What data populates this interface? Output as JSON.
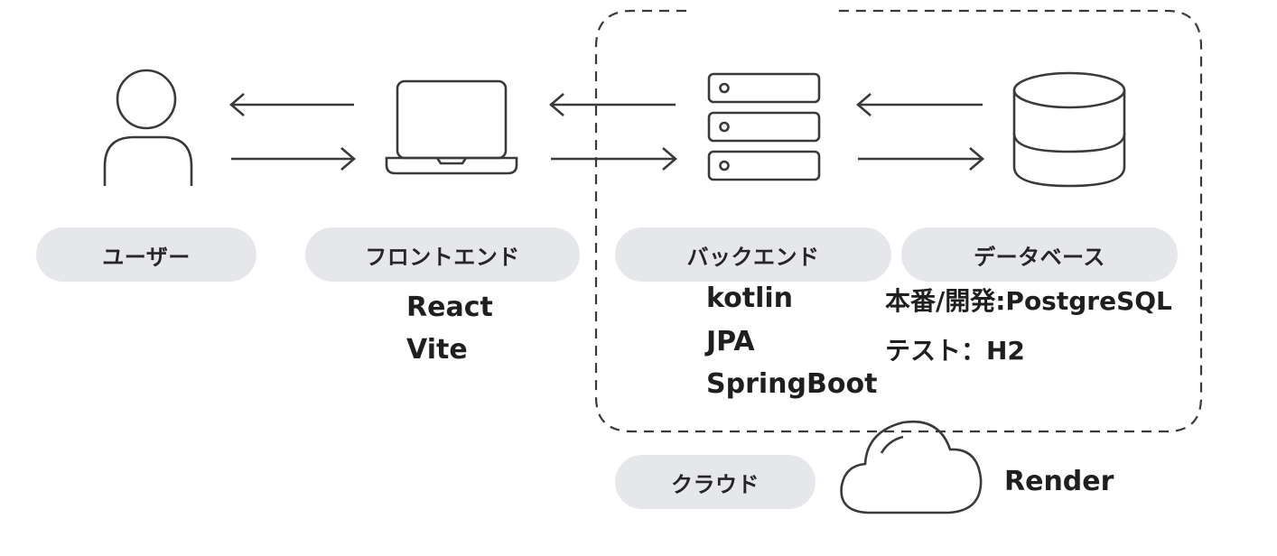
{
  "nodes": {
    "user": {
      "icon": "person-icon",
      "label": "ユーザー"
    },
    "frontend": {
      "icon": "laptop-icon",
      "label": "フロントエンド",
      "tech": [
        "React",
        "Vite"
      ]
    },
    "backend": {
      "icon": "server-icon",
      "label": "バックエンド",
      "tech": [
        "kotlin",
        "JPA",
        "SpringBoot"
      ]
    },
    "database": {
      "icon": "database-icon",
      "label": "データベース",
      "tech": [
        "本番/開発:PostgreSQL",
        "テスト：H2"
      ]
    }
  },
  "cloud": {
    "icon": "cloud-icon",
    "label": "クラウド",
    "provider": "Render"
  },
  "colors": {
    "stroke": "#3a3a3a",
    "pill_bg": "#e6e7eb",
    "text": "#1f1f1f"
  }
}
